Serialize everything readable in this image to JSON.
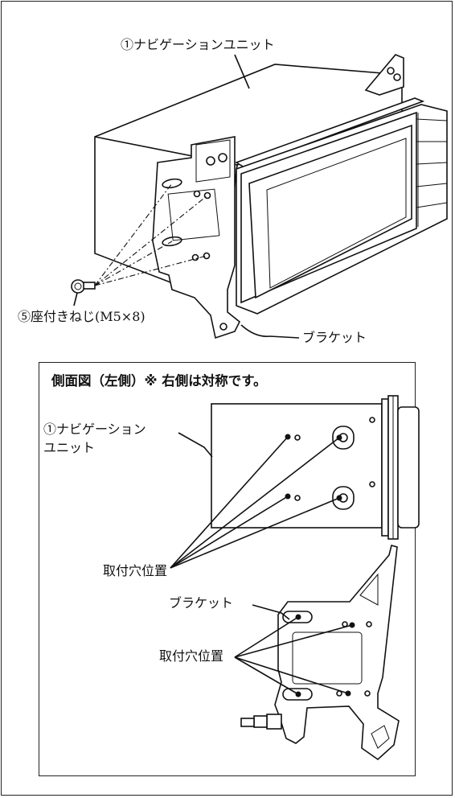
{
  "top_figure": {
    "unit_label": "①ナビゲーションユニット",
    "screw_label": "⑤座付きねじ(M5×8)",
    "bracket_label": "ブラケット"
  },
  "side_view": {
    "heading": "側面図（左側）※ 右側は対称です。",
    "unit_label_line1": "①ナビゲーション",
    "unit_label_line2": "ユニット",
    "hole_label_upper": "取付穴位置",
    "bracket_label": "ブラケット",
    "hole_label_lower": "取付穴位置"
  }
}
